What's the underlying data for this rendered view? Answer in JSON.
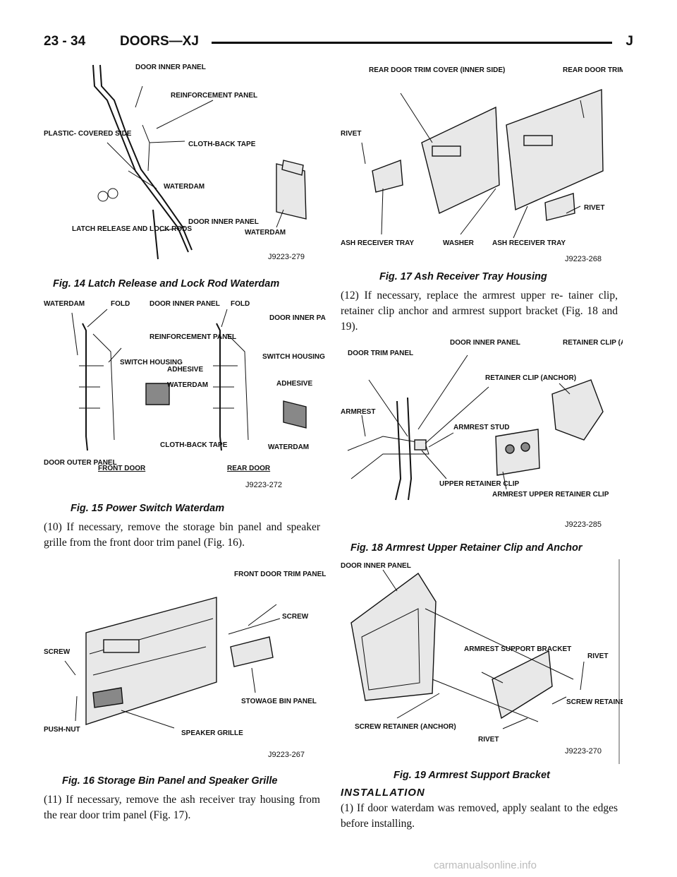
{
  "header": {
    "page_number": "23 - 34",
    "section": "DOORS—XJ",
    "letter": "J"
  },
  "fig14": {
    "caption": "Fig. 14 Latch Release and Lock Rod Waterdam",
    "code": "J9223-279",
    "labels": {
      "door_inner_panel": "DOOR INNER PANEL",
      "reinforcement_panel": "REINFORCEMENT PANEL",
      "plastic_covered_side": "PLASTIC- COVERED SIDE",
      "cloth_back_tape": "CLOTH-BACK TAPE",
      "waterdam": "WATERDAM",
      "latch_release": "LATCH RELEASE AND LOCK RODS",
      "door_inner_panel_2": "DOOR INNER PANEL",
      "waterdam_2": "WATERDAM"
    }
  },
  "fig15": {
    "caption": "Fig. 15 Power Switch Waterdam",
    "code": "J9223-272",
    "labels": {
      "waterdam": "WATERDAM",
      "fold": "FOLD",
      "door_inner_panel": "DOOR INNER PANEL",
      "reinforcement_panel": "REINFORCEMENT PANEL",
      "switch_housing": "SWITCH HOUSING",
      "adhesive": "ADHESIVE",
      "waterdam_2": "WATERDAM",
      "cloth_back_tape": "CLOTH-BACK TAPE",
      "door_outer_panel": "DOOR OUTER PANEL",
      "front_door": "FRONT DOOR",
      "fold_2": "FOLD",
      "door_inner_panel_2": "DOOR INNER PANEL",
      "switch_housing_2": "SWITCH HOUSING",
      "adhesive_2": "ADHESIVE",
      "waterdam_3": "WATERDAM",
      "rear_door": "REAR DOOR"
    }
  },
  "fig16": {
    "caption": "Fig. 16 Storage Bin Panel and Speaker Grille",
    "code": "J9223-267",
    "labels": {
      "front_door_trim_panel": "FRONT DOOR TRIM PANEL",
      "screw": "SCREW",
      "screw_2": "SCREW",
      "stowage_bin_panel": "STOWAGE BIN PANEL",
      "push_nut": "PUSH-NUT",
      "speaker_grille": "SPEAKER GRILLE"
    }
  },
  "fig17": {
    "caption": "Fig. 17 Ash Receiver Tray Housing",
    "code": "J9223-268",
    "labels": {
      "rear_door_trim_inner": "REAR DOOR TRIM COVER (INNER SIDE)",
      "rear_door_trim_front": "REAR DOOR TRIM COVER (FRONT)",
      "rivet": "RIVET",
      "rivet_2": "RIVET",
      "ash_receiver_tray": "ASH RECEIVER TRAY",
      "washer": "WASHER",
      "ash_receiver_tray_2": "ASH RECEIVER TRAY"
    }
  },
  "fig18": {
    "caption": "Fig. 18 Armrest Upper Retainer Clip and Anchor",
    "code": "J9223-285",
    "labels": {
      "door_trim_panel": "DOOR TRIM PANEL",
      "door_inner_panel": "DOOR INNER PANEL",
      "retainer_clip_anchor": "RETAINER CLIP (ANCHOR)",
      "retainer_clip_anchor_2": "RETAINER CLIP (ANCHOR)",
      "armrest": "ARMREST",
      "armrest_stud": "ARMREST STUD",
      "upper_retainer_clip": "UPPER RETAINER CLIP",
      "armrest_upper_retainer_clip": "ARMREST UPPER RETAINER CLIP"
    }
  },
  "fig19": {
    "caption": "Fig. 19 Armrest Support Bracket",
    "code": "J9223-270",
    "labels": {
      "door_inner_panel": "DOOR INNER PANEL",
      "armrest_support_bracket": "ARMREST SUPPORT BRACKET",
      "rivet": "RIVET",
      "screw_retainer_anchor": "SCREW RETAINER (ANCHOR)",
      "screw_retainer_anchor_2": "SCREW RETAINER (ANCHOR)",
      "rivet_2": "RIVET"
    }
  },
  "text": {
    "p10": "(10) If necessary, remove the storage bin panel and speaker grille from the front door trim panel (Fig. 16).",
    "p11": "(11) If necessary, remove the ash receiver tray housing from the rear door trim panel (Fig. 17).",
    "p12": "(12) If necessary, replace the armrest upper re- tainer clip, retainer clip anchor and armrest support bracket (Fig. 18 and 19).",
    "installation_heading": "INSTALLATION",
    "p1": "(1) If door waterdam was removed, apply sealant to the edges before installing."
  },
  "watermark": "carmanualsonline.info"
}
